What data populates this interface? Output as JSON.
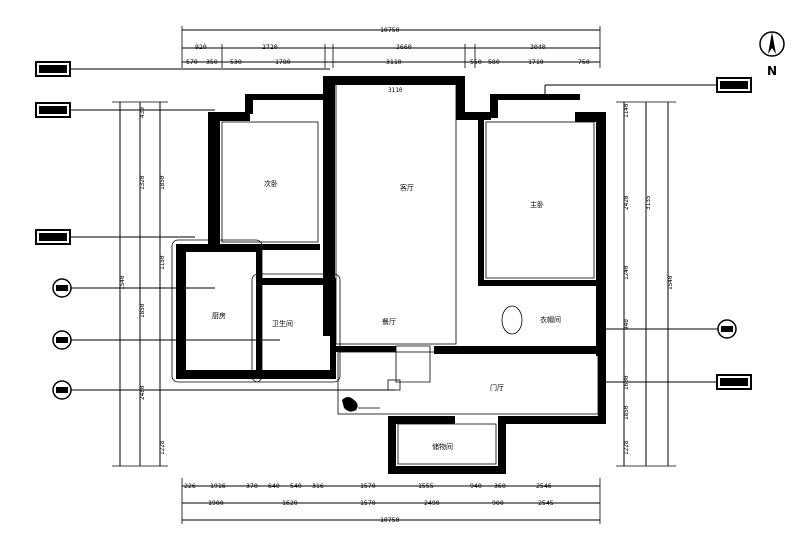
{
  "north_label": "N",
  "overall_dim": "10750",
  "top_row1": [
    "920",
    "2720",
    "3660",
    "3040"
  ],
  "top_row2": [
    "570",
    "350",
    "530",
    "1780",
    "3110",
    "550",
    "580",
    "1710",
    "750"
  ],
  "bottom_row1": [
    "226",
    "1916",
    "370",
    "640",
    "540",
    "316",
    "1570",
    "1555",
    "940",
    "360",
    "2546"
  ],
  "bottom_row2": [
    "1900",
    "1620",
    "1570",
    "2490",
    "900",
    "2545"
  ],
  "bottom_overall": "10750",
  "right_vdims": [
    "1140",
    "2420",
    "1240",
    "940",
    "1600",
    "1850",
    "1228"
  ],
  "right_overall": "3135",
  "right_total": "1540",
  "left_vdims": [
    "430",
    "1320",
    "1850",
    "2480",
    "1850",
    "1150",
    "1228"
  ],
  "left_overall": "1540",
  "rooms": {
    "secondary_bedroom": "次卧",
    "living_room": "客厅",
    "master_bedroom": "主卧",
    "kitchen": "厨房",
    "bathroom": "卫生间",
    "dining_room": "餐厅",
    "cloakroom": "衣帽间",
    "foyer": "门厅",
    "storage": "储物间",
    "top_center_dim": "3110"
  }
}
